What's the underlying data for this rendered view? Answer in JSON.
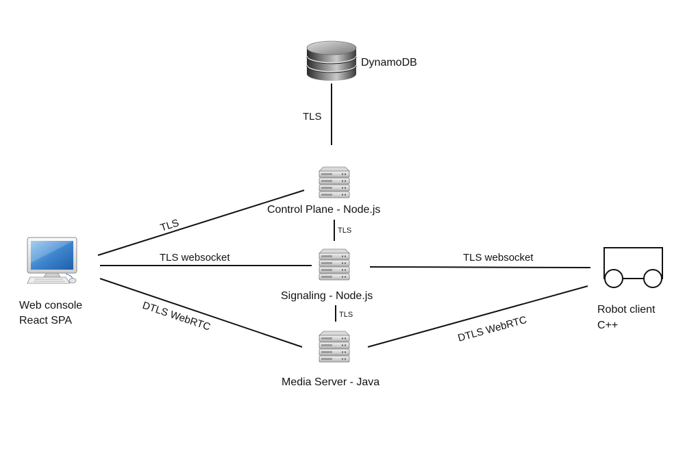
{
  "nodes": {
    "dynamodb": "DynamoDB",
    "control_plane": "Control Plane - Node.js",
    "signaling": "Signaling - Node.js",
    "media_server": "Media Server - Java",
    "web_console": {
      "line1": "Web console",
      "line2": "React SPA"
    },
    "robot_client": {
      "line1": "Robot client",
      "line2": "C++"
    }
  },
  "edges": {
    "db_control": "TLS",
    "control_signaling": "TLS",
    "signaling_media": "TLS",
    "web_control": "TLS",
    "web_signaling": "TLS websocket",
    "signaling_robot": "TLS websocket",
    "web_media": "DTLS WebRTC",
    "media_robot": "DTLS WebRTC"
  }
}
